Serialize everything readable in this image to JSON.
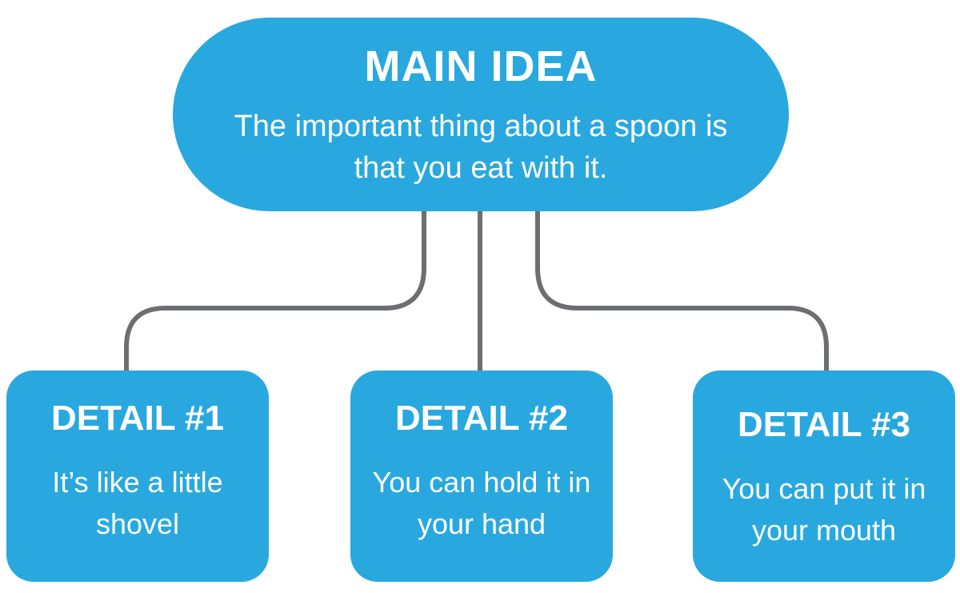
{
  "colors": {
    "node_fill": "#29A8DF",
    "connector": "#6D6E71",
    "text": "#FFFFFF",
    "background": "#FFFFFF"
  },
  "main": {
    "title": "MAIN IDEA",
    "text": "The important thing about a spoon is that you eat with it."
  },
  "details": [
    {
      "title": "DETAIL #1",
      "text": "It’s like a little shovel"
    },
    {
      "title": "DETAIL #2",
      "text": "You can hold it in your hand"
    },
    {
      "title": "DETAIL #3",
      "text": "You can put it in your mouth"
    }
  ]
}
